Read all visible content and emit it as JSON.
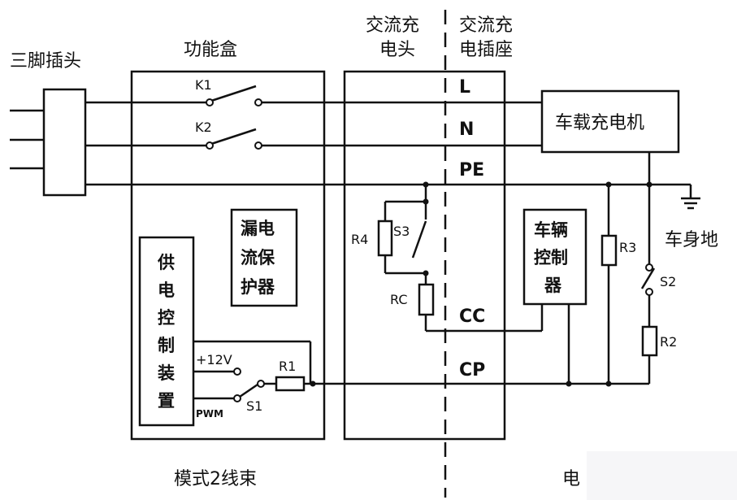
{
  "labels": {
    "plug": "三脚插头",
    "function_box": "功能盒",
    "ac_head_1": "交流充",
    "ac_head_2": "电头",
    "ac_socket_1": "交流充",
    "ac_socket_2": "电插座",
    "k1": "K1",
    "k2": "K2",
    "pin_l": "L",
    "pin_n": "N",
    "pin_pe": "PE",
    "pin_cc": "CC",
    "pin_cp": "CP",
    "charger": "车载充电机",
    "chassis_ground": "车身地",
    "leakage_chars": [
      "漏电",
      "流保",
      "护器"
    ],
    "supply_ctrl_chars": [
      "供",
      "电",
      "控",
      "制",
      "装",
      "置"
    ],
    "vehicle_ctrl_chars": [
      "车辆",
      "控制",
      "器"
    ],
    "r4": "R4",
    "s3": "S3",
    "rc": "RC",
    "r3": "R3",
    "s2": "S2",
    "r2": "R2",
    "r1": "R1",
    "s1": "S1",
    "v12": "+12V",
    "pwm": "PWM",
    "mode2_harness": "模式2线束",
    "bottom_right_char": "电"
  }
}
